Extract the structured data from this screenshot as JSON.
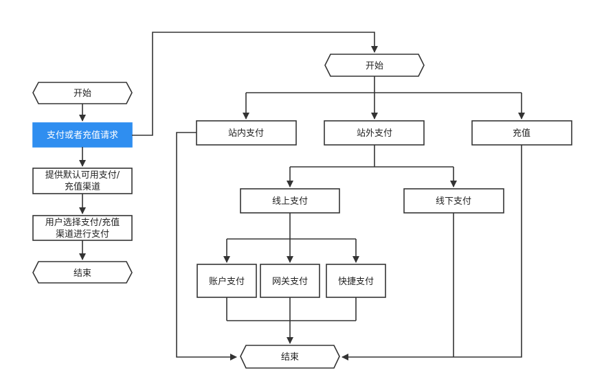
{
  "colors": {
    "accent": "#2f8ef0",
    "stroke": "#333333",
    "text": "#222222",
    "background": "#ffffff"
  },
  "left_flow": {
    "start": "开始",
    "request": "支付或者充值请求",
    "provide_line1": "提供默认可用支付/",
    "provide_line2": "充值渠道",
    "choose_line1": "用户选择支付/充值",
    "choose_line2": "渠道进行支付",
    "end": "结束"
  },
  "right_flow": {
    "start": "开始",
    "inside_pay": "站内支付",
    "outside_pay": "站外支付",
    "recharge": "充值",
    "online_pay": "线上支付",
    "offline_pay": "线下支付",
    "account_pay": "账户支付",
    "gateway_pay": "网关支付",
    "quick_pay": "快捷支付",
    "end": "结束"
  }
}
